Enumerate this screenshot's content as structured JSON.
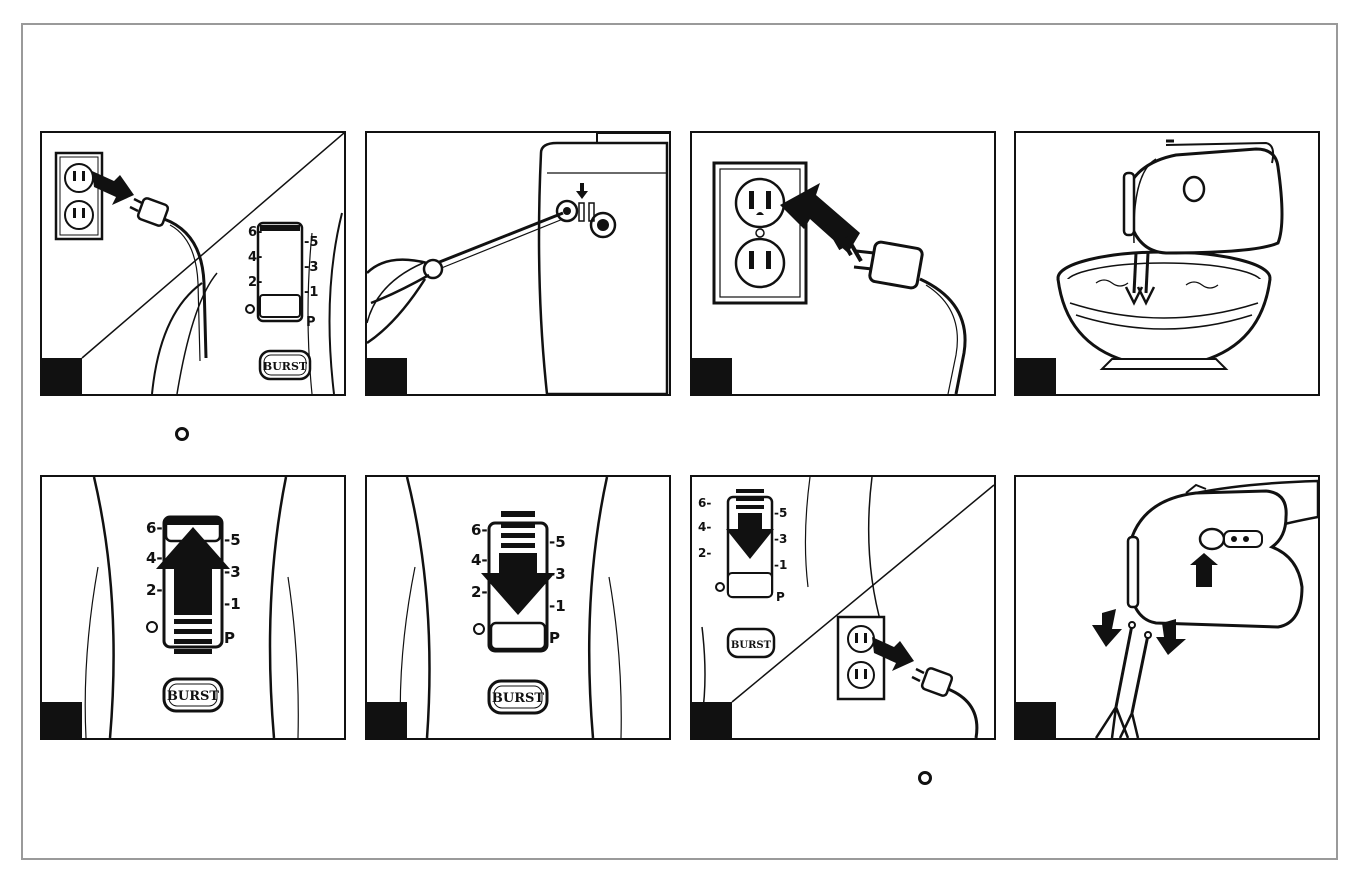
{
  "panels": [
    {
      "id": 1,
      "name": "unplug-and-off-switch"
    },
    {
      "id": 2,
      "name": "insert-beater"
    },
    {
      "id": 3,
      "name": "plug-in"
    },
    {
      "id": 4,
      "name": "place-in-bowl"
    },
    {
      "id": 5,
      "name": "increase-speed"
    },
    {
      "id": 6,
      "name": "decrease-speed"
    },
    {
      "id": 7,
      "name": "off-and-unplug"
    },
    {
      "id": 8,
      "name": "eject-beaters"
    }
  ],
  "switch": {
    "left_labels": [
      "6-",
      "4-",
      "2-"
    ],
    "right_labels": [
      "-5",
      "-3",
      "-1"
    ],
    "pulse_label": "P",
    "burst_label": "BURST"
  }
}
